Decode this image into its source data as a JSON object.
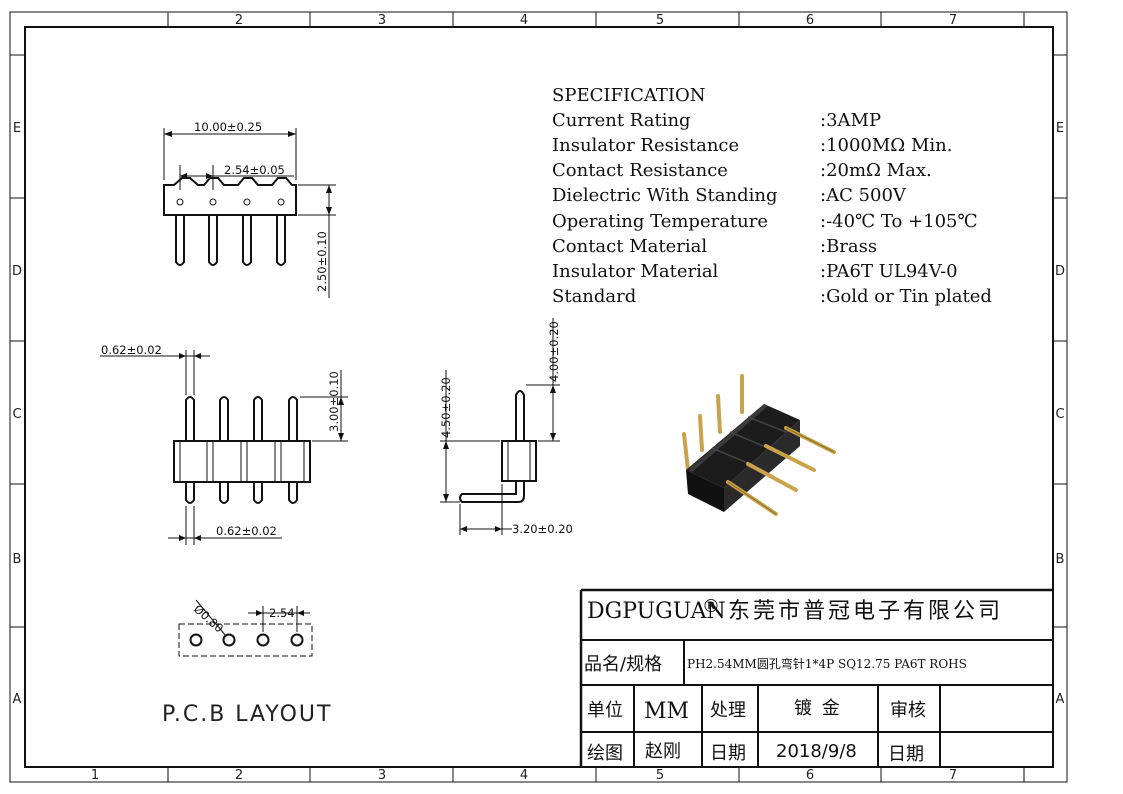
{
  "frame": {
    "cols_top": [
      "2",
      "3",
      "4",
      "5",
      "6",
      "7"
    ],
    "cols_bottom": [
      "1",
      "2",
      "3",
      "4",
      "5",
      "6",
      "7"
    ],
    "rows": [
      "E",
      "D",
      "C",
      "B",
      "A"
    ]
  },
  "spec": {
    "heading": "SPECIFICATION",
    "items": [
      {
        "label": "Current Rating",
        "value": ":3AMP"
      },
      {
        "label": "Insulator Resistance",
        "value": ":1000MΩ  Min."
      },
      {
        "label": "Contact Resistance",
        "value": ":20mΩ  Max."
      },
      {
        "label": "Dielectric With Standing",
        "value": ":AC 500V"
      },
      {
        "label": "Operating Temperature",
        "value": ":-40℃ To +105℃"
      },
      {
        "label": "Contact Material",
        "value": ":Brass"
      },
      {
        "label": "Insulator Material",
        "value": ":PA6T UL94V-0"
      },
      {
        "label": "Standard",
        "value": ":Gold or Tin plated"
      }
    ]
  },
  "dims": {
    "overall_width": "10.00±0.25",
    "pitch_top": "2.54±0.05",
    "body_height": "2.50±0.10",
    "pin_width_top": "0.62±0.02",
    "pin_width_bottom": "0.62±0.02",
    "pin_length_top": "3.00±0.10",
    "side_height": "4.50±0.20",
    "side_pin_top": "4.00±0.20",
    "side_pin_bottom": "3.20±0.20",
    "hole_dia": "Ø0.80",
    "pcb_pitch": "2.54"
  },
  "pcb_label": "P.C.B  LAYOUT",
  "title_block": {
    "company": "DGPUGUAN",
    "company_mark": "®",
    "company_cn": "东莞市普冠电子有限公司",
    "part_label": "品名/规格",
    "part_value": "PH2.54MM圆孔弯针1*4P SQ12.75 PA6T ROHS",
    "unit_label": "单位",
    "unit_value": "MM",
    "process_label": "处理",
    "process_value": "镀 金",
    "review_label": "审核",
    "drawn_label": "绘图",
    "drawn_value": "赵刚",
    "date_label": "日期",
    "date_value": "2018/9/8",
    "date_label2": "日期"
  },
  "colors": {
    "ink": "#111111",
    "housing": "#1c1c1c",
    "housing_top": "#3a3a3a",
    "gold": "#c9a24a",
    "gold_dark": "#8a6a22"
  }
}
